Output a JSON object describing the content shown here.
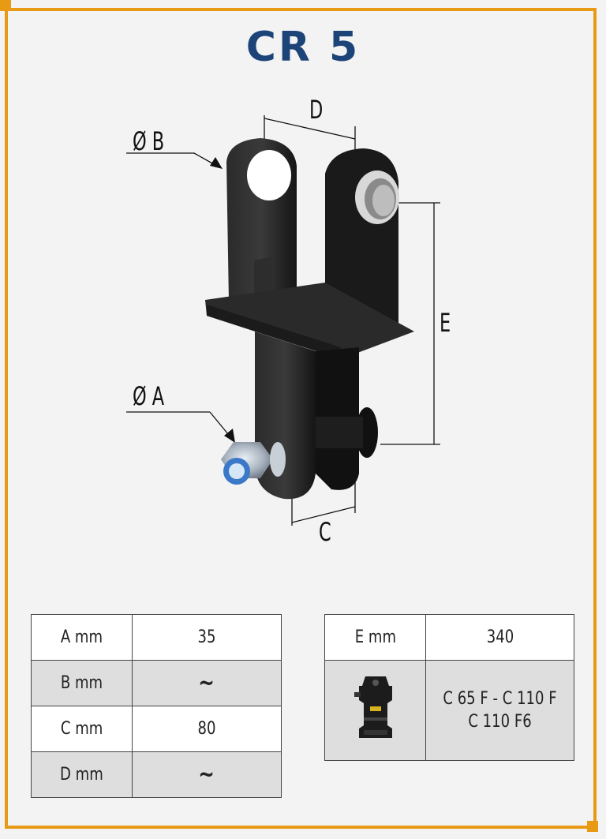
{
  "title": "CR 5",
  "dimension_labels": {
    "d": "D",
    "b": "Ø B",
    "e": "E",
    "a": "Ø A",
    "c": "C"
  },
  "left_table": [
    {
      "label": "A mm",
      "value": "35"
    },
    {
      "label": "B mm",
      "value": "~"
    },
    {
      "label": "C mm",
      "value": "80"
    },
    {
      "label": "D mm",
      "value": "~"
    }
  ],
  "right_table": {
    "label": "E mm",
    "value": "340",
    "compat_line1": "C 65 F - C 110 F",
    "compat_line2": "C 110 F6",
    "rotator_icon": "rotator-icon"
  },
  "colors": {
    "frame": "#e89a14",
    "title": "#1d4478",
    "grey_row": "#dedede"
  }
}
